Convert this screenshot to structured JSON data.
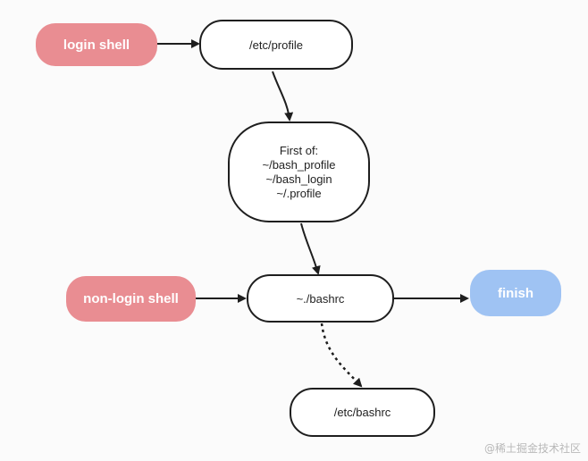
{
  "nodes": {
    "login_shell": "login shell",
    "etc_profile": "/etc/profile",
    "first_of": {
      "line1": "First of:",
      "line2": "~/bash_profile",
      "line3": "~/bash_login",
      "line4": "~/.profile"
    },
    "non_login_shell": "non-login shell",
    "bashrc": "~./bashrc",
    "finish": "finish",
    "etc_bashrc": "/etc/bashrc"
  },
  "watermark": "@稀土掘金技术社区",
  "colors": {
    "login": "#e98d92",
    "finish": "#9fc3f3",
    "stroke": "#1e1e1e"
  }
}
